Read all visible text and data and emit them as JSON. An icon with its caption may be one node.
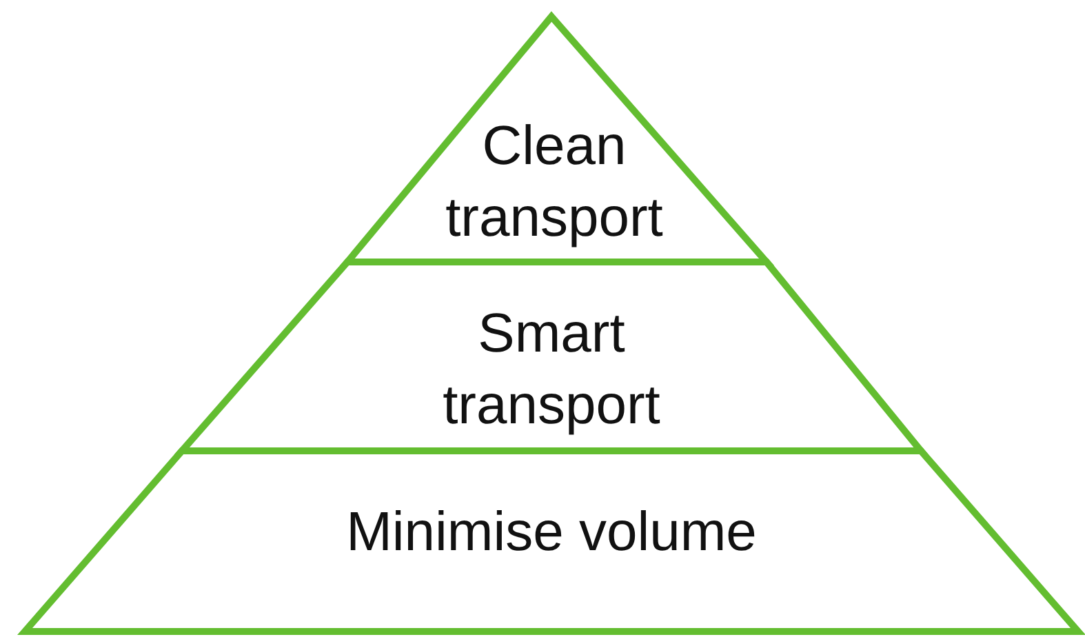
{
  "diagram": {
    "nodes": [
      {
        "text": [
          "Clean transport"
        ]
      },
      {
        "text": [
          "Smart transport"
        ]
      },
      {
        "text": [
          "Minimise volume"
        ]
      }
    ]
  }
}
